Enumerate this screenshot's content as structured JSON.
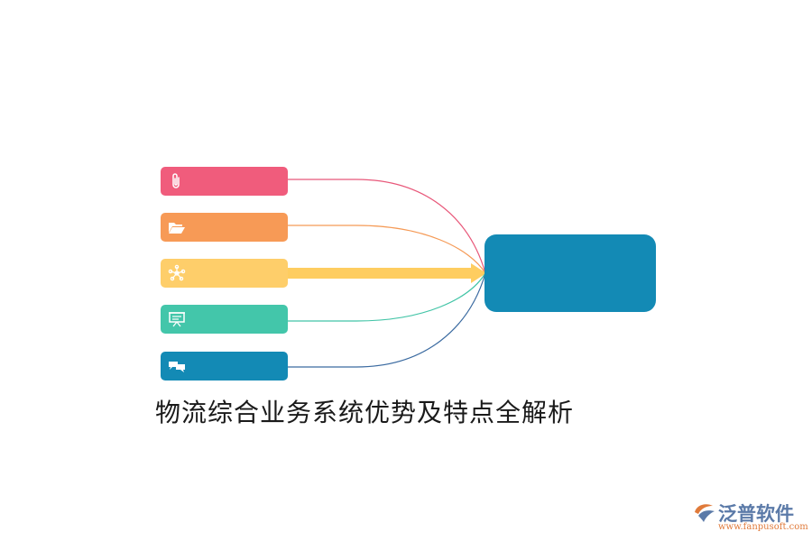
{
  "title": "物流综合业务系统优势及特点全解析",
  "inputs": [
    {
      "icon": "paperclip-icon",
      "color": "#f05c7c"
    },
    {
      "icon": "folder-open-icon",
      "color": "#f79a56"
    },
    {
      "icon": "network-icon",
      "color": "#fece6a"
    },
    {
      "icon": "presentation-board-icon",
      "color": "#43c6aa"
    },
    {
      "icon": "chat-bubbles-icon",
      "color": "#138ab5"
    }
  ],
  "connector_colors": [
    "#e8587a",
    "#f59a56",
    "#fecd60",
    "#41c4a6",
    "#3a6aa0"
  ],
  "target": {
    "color": "#138ab5"
  },
  "watermark": {
    "name": "泛普软件",
    "url": "www.fanpusoft.com"
  }
}
